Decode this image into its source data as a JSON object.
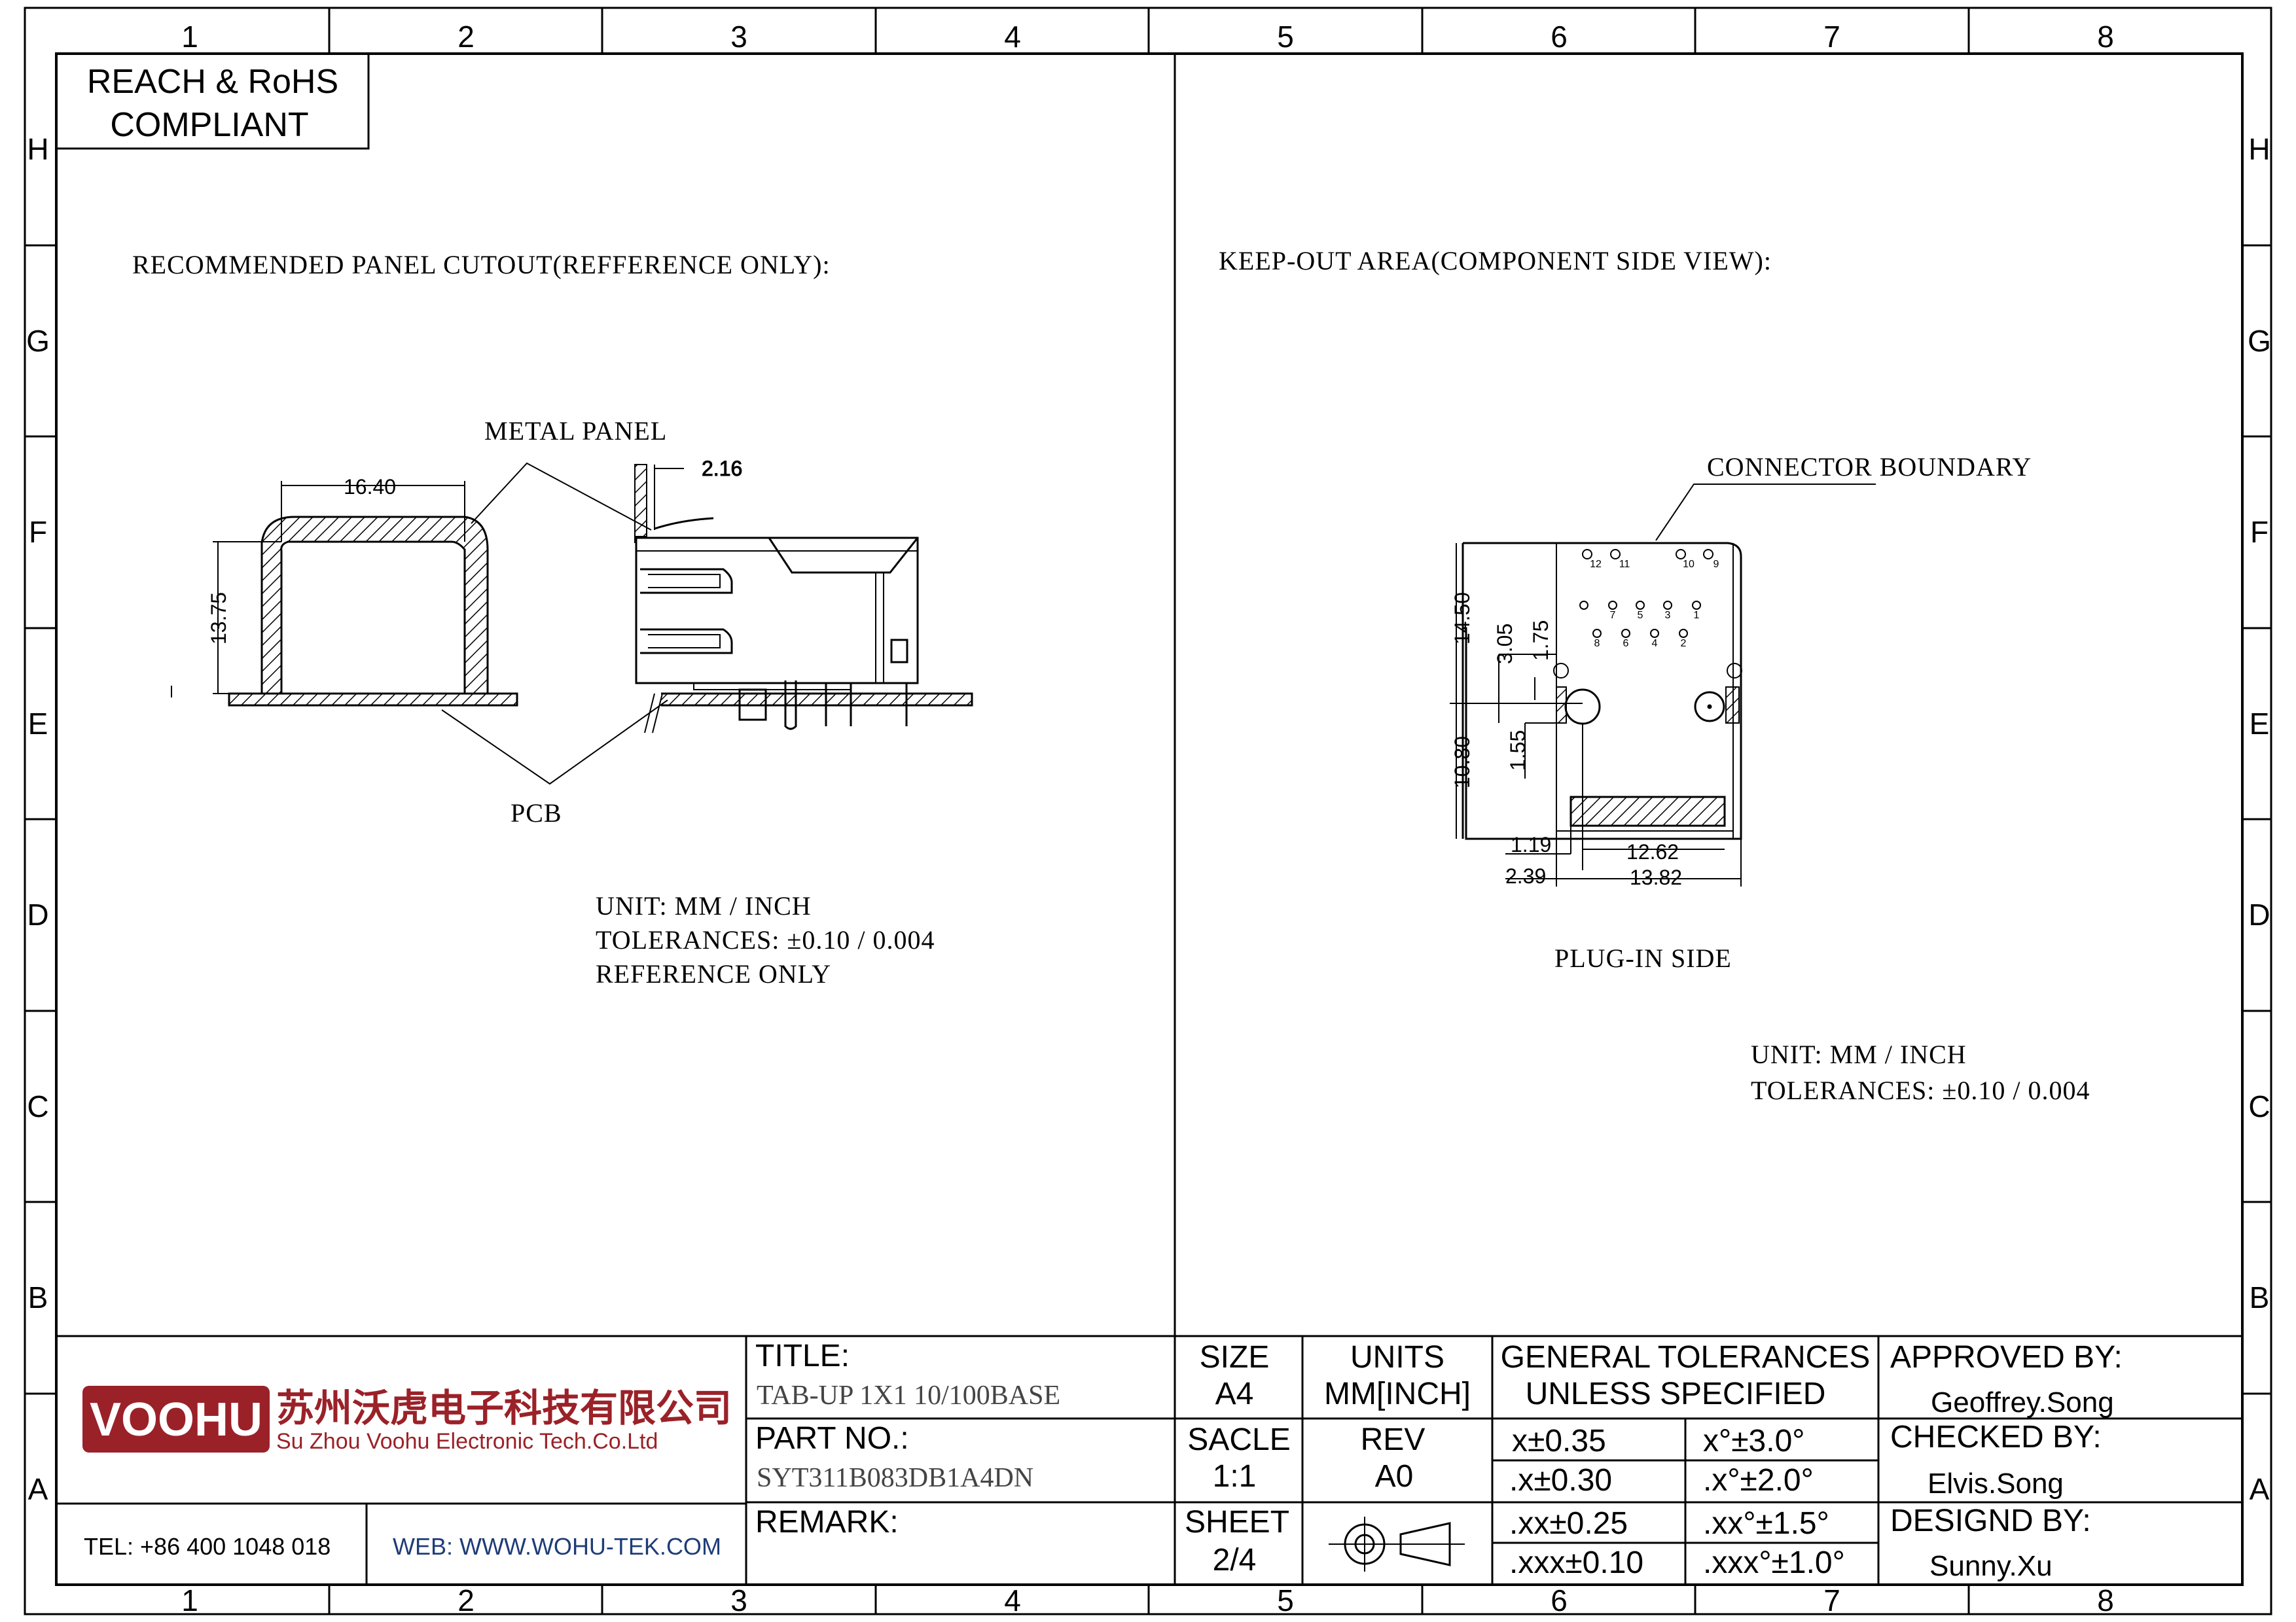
{
  "border": {
    "columns": [
      "1",
      "2",
      "3",
      "4",
      "5",
      "6",
      "7",
      "8"
    ],
    "rows": [
      "H",
      "G",
      "F",
      "E",
      "D",
      "C",
      "B",
      "A"
    ]
  },
  "compliance": {
    "line1": "REACH & RoHS",
    "line2": "COMPLIANT"
  },
  "left_view": {
    "heading": "RECOMMENDED PANEL CUTOUT(REFFERENCE ONLY):",
    "metal_panel_label": "METAL PANEL",
    "pcb_label": "PCB",
    "dim_width": "16.40",
    "dim_height": "13.75",
    "dim_panel": "2.16",
    "notes": [
      "UNIT: MM / INCH",
      "TOLERANCES: ±0.10 / 0.004",
      "REFERENCE ONLY"
    ]
  },
  "right_view": {
    "heading": "KEEP-OUT AREA(COMPONENT SIDE VIEW):",
    "boundary_label": "CONNECTOR BOUNDARY",
    "plugin_label": "PLUG-IN SIDE",
    "dims": {
      "d14_50": "14.50",
      "d3_05": "3.05",
      "d1_75": "1.75",
      "d10_80": "10.80",
      "d1_55": "1.55",
      "d1_19": "1.19",
      "d12_62": "12.62",
      "d2_39": "2.39",
      "d13_82": "13.82"
    },
    "pin_numbers_top": [
      "12",
      "11",
      "10",
      "9"
    ],
    "pin_numbers_upper": [
      "7",
      "5",
      "3",
      "1"
    ],
    "pin_numbers_lower": [
      "8",
      "6",
      "4",
      "2"
    ],
    "notes": [
      "UNIT: MM / INCH",
      "TOLERANCES: ±0.10 / 0.004"
    ]
  },
  "title_block": {
    "company_logo": "VOOHU",
    "company_cn": "苏州沃虎电子科技有限公司",
    "company_en": "Su Zhou Voohu Electronic Tech.Co.Ltd",
    "tel": "TEL: +86 400 1048 018",
    "web": "WEB: WWW.WOHU-TEK.COM",
    "title_label": "TITLE:",
    "title_value": "TAB-UP 1X1 10/100BASE",
    "part_label": "PART NO.:",
    "part_value": "SYT311B083DB1A4DN",
    "remark_label": "REMARK:",
    "size_label": "SIZE",
    "size_value": "A4",
    "units_label": "UNITS",
    "units_value": "MM[INCH]",
    "scale_label": "SACLE",
    "scale_value": "1:1",
    "rev_label": "REV",
    "rev_value": "A0",
    "sheet_label": "SHEET",
    "sheet_value": "2/4",
    "tol_heading1": "GENERAL TOLERANCES",
    "tol_heading2": "UNLESS SPECIFIED",
    "tol_linear": [
      "x±0.35",
      ".x±0.30",
      ".xx±0.25",
      ".xxx±0.10"
    ],
    "tol_angular": [
      "x°±3.0°",
      ".x°±2.0°",
      ".xx°±1.5°",
      ".xxx°±1.0°"
    ],
    "approved_label": "APPROVED BY:",
    "approved_value": "Geoffrey.Song",
    "checked_label": "CHECKED BY:",
    "checked_value": "Elvis.Song",
    "designed_label": "DESIGND BY:",
    "designed_value": "Sunny.Xu"
  },
  "colors": {
    "logo_red": "#9b2128",
    "web_blue": "#1f3c78",
    "ink": "#000000"
  }
}
